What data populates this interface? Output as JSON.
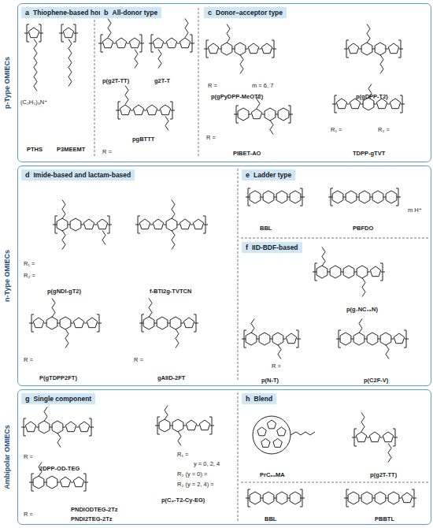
{
  "diagram": {
    "nodes": [
      {
        "text": [
          "p-Type OMIECs"
        ]
      },
      {
        "text": [
          "a",
          "Thiophene-based homopolymer"
        ],
        "in": 0
      },
      {
        "text": [
          "b",
          "All-donor type"
        ],
        "in": 0
      },
      {
        "text": [
          "c",
          "Donor–acceptor type"
        ],
        "in": 0
      },
      {
        "text": [
          "n-Type OMIECs"
        ]
      },
      {
        "text": [
          "d",
          "Imide-based and lactam-based"
        ],
        "in": 4
      },
      {
        "text": [
          "e",
          "Ladder type"
        ],
        "in": 4
      },
      {
        "text": [
          "f",
          "IID-BDF-based"
        ],
        "in": 4
      },
      {
        "text": [
          "Ambipolar OMIECs"
        ]
      },
      {
        "text": [
          "g",
          "Single component"
        ],
        "in": 8
      },
      {
        "text": [
          "h",
          "Blend"
        ],
        "in": 8
      }
    ],
    "labels": [
      "(C₂H₅)₃N⁺",
      "PTHS",
      "P3MEEMT",
      "p(g2T-TT)",
      "g2T-T",
      "pgBTTT",
      "R =",
      "m = 6, 7",
      "R =",
      "p(gPyDPP-MeOT2)",
      "p(gDPP-T2)",
      "R =",
      "PIBET-AO",
      "R₁ =",
      "R₂ =",
      "TDPP-gTVT",
      "R₁ =",
      "R₂ =",
      "p(gNDI-gT2)",
      "f-BTI2g-TVTCN",
      "R =",
      "P(gTDPP2FT)",
      "R =",
      "gAIID-2FT",
      "BBL",
      "PBFDO",
      "m H⁺",
      "p(g₇NC₁₀N)",
      "p(N-T)",
      "R =",
      "p(C2F-V)",
      "R =",
      "2DPP-OD-TEG",
      "R₁ =",
      "y = 0, 2, 4",
      "R₂ (y = 0) =",
      "R₂ (y = 2, 4) =",
      "p(C₄-T2-Cy-EG)",
      "PNDIODTEG-2Tz",
      "PNDI2TEG-2Tz",
      "R =",
      "PrC₆₀MA",
      "p(g2T-TT)",
      "BBL",
      "PBBTL"
    ]
  }
}
